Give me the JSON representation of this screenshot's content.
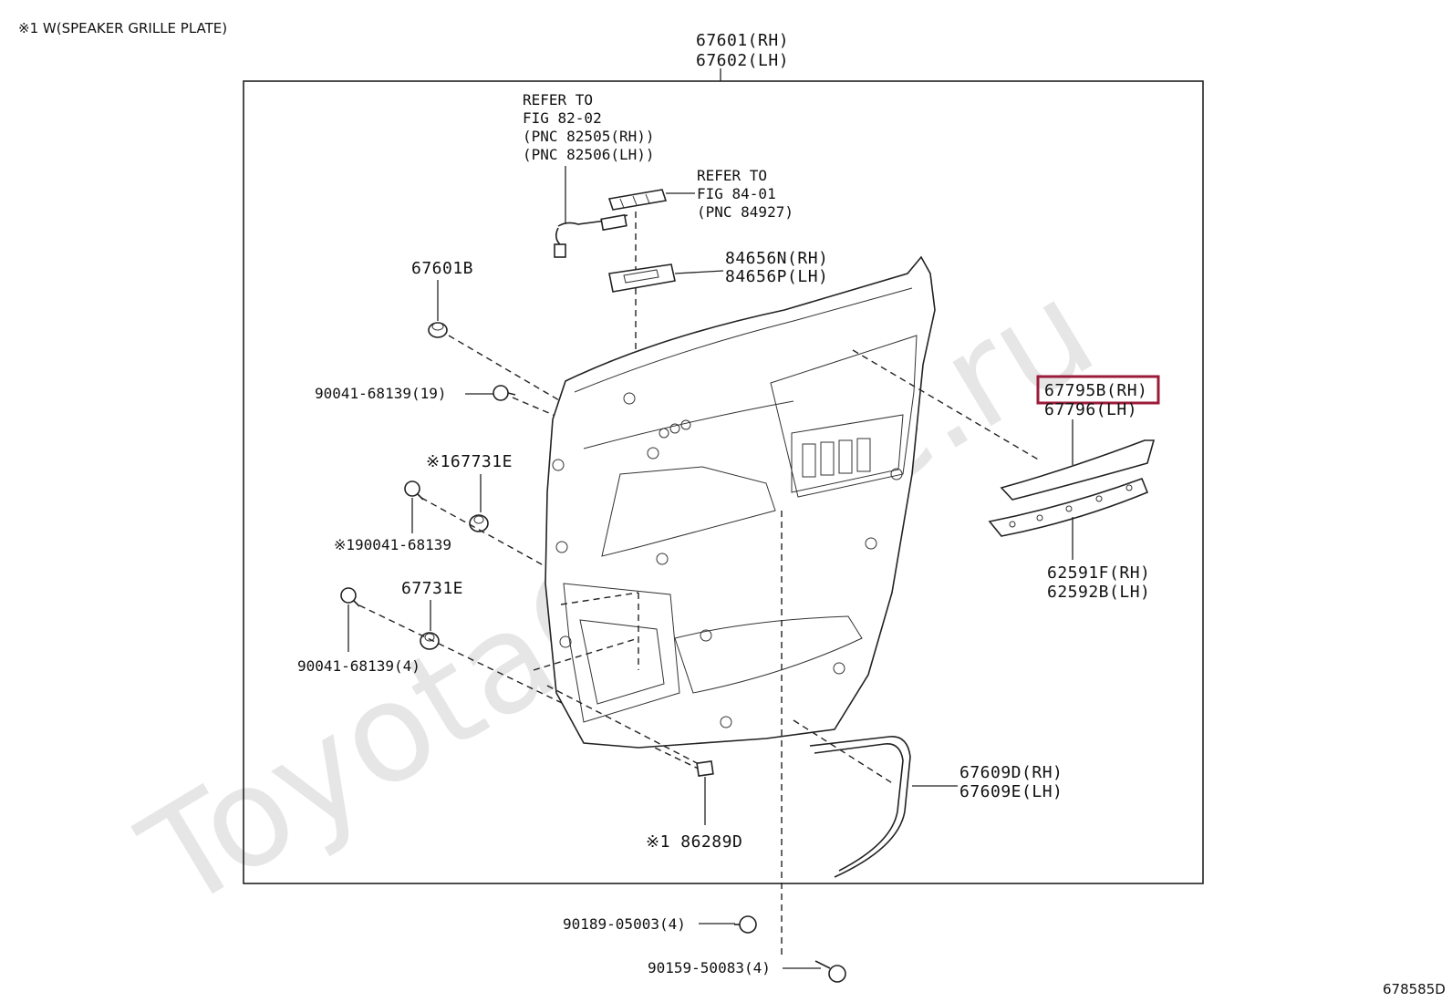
{
  "watermark": "ToyotaOnline.ru",
  "note_text": "※1 W(SPEAKER GRILLE PLATE)",
  "figure_code": "678585D",
  "highlight_color": "#9b1b3a",
  "labels": {
    "panel_rh": "67601(RH)",
    "panel_lh": "67602(LH)",
    "ref1_l1": "REFER TO",
    "ref1_l2": "FIG 82-02",
    "ref1_l3": "(PNC 82505(RH))",
    "ref1_l4": "(PNC 82506(LH))",
    "ref2_l1": "REFER TO",
    "ref2_l2": "FIG 84-01",
    "ref2_l3": "(PNC 84927)",
    "bezel_rh": "84656N(RH)",
    "bezel_lh": "84656P(LH)",
    "clip_67601b": "67601B",
    "screw_19": "90041-68139(19)",
    "clip_67731e_a": "※167731E",
    "screw_s1": "※190041-68139",
    "clip_67731e_b": "67731E",
    "screw_4": "90041-68139(4)",
    "trim_rh": "67795B(RH)",
    "trim_lh": "67796(LH)",
    "garnish_rh": "62591F(RH)",
    "garnish_lh": "62592B(LH)",
    "weather_rh": "67609D(RH)",
    "weather_lh": "67609E(LH)",
    "pad_86289d": "※1 86289D",
    "screw_05003": "90189-05003(4)",
    "screw_50083": "90159-50083(4)"
  }
}
